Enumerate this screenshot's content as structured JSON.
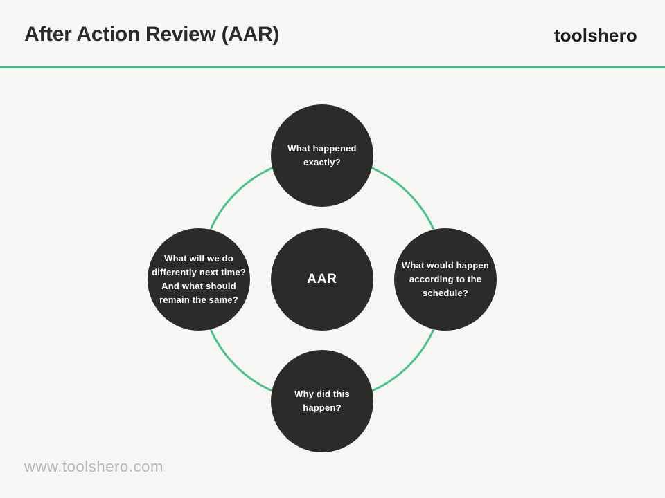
{
  "header": {
    "title": "After Action Review (AAR)",
    "brand": "toolshero"
  },
  "diagram": {
    "center_label": "AAR",
    "nodes": [
      {
        "id": "top",
        "label": "What happened\nexactly?"
      },
      {
        "id": "right",
        "label": "What would happen\naccording to the\nschedule?"
      },
      {
        "id": "bottom",
        "label": "Why did this\nhappen?"
      },
      {
        "id": "left",
        "label": "What will we do\ndifferently next time?\nAnd what should\nremain the same?"
      }
    ]
  },
  "footer": {
    "url": "www.toolshero.com"
  },
  "colors": {
    "bg": "#f6f6f5",
    "ink": "#2b2b2b",
    "green": "#44b785",
    "ring": "#49c18c",
    "node": "#2b2b2a",
    "muted": "#b6b6b6"
  }
}
